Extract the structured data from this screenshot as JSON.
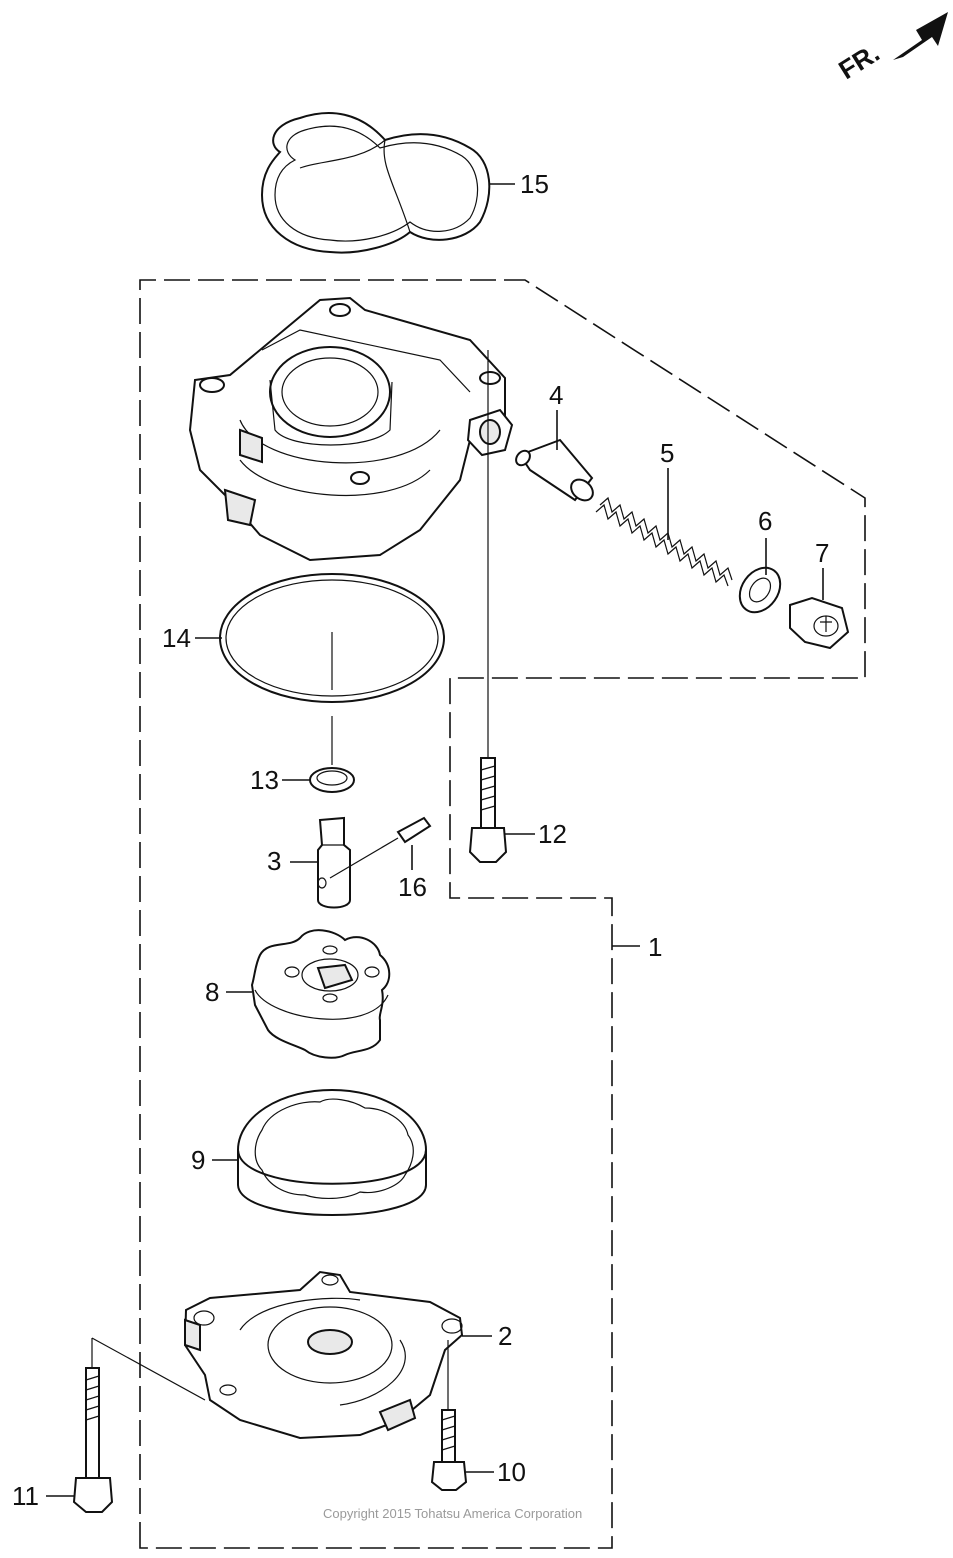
{
  "direction_marker": {
    "text": "FR.",
    "arrow": "arrow-up-right-icon"
  },
  "callouts": [
    {
      "id": "1",
      "text": "1"
    },
    {
      "id": "2",
      "text": "2"
    },
    {
      "id": "3",
      "text": "3"
    },
    {
      "id": "4",
      "text": "4"
    },
    {
      "id": "5",
      "text": "5"
    },
    {
      "id": "6",
      "text": "6"
    },
    {
      "id": "7",
      "text": "7"
    },
    {
      "id": "8",
      "text": "8"
    },
    {
      "id": "9",
      "text": "9"
    },
    {
      "id": "10",
      "text": "10"
    },
    {
      "id": "11",
      "text": "11"
    },
    {
      "id": "12",
      "text": "12"
    },
    {
      "id": "13",
      "text": "13"
    },
    {
      "id": "14",
      "text": "14"
    },
    {
      "id": "15",
      "text": "15"
    },
    {
      "id": "16",
      "text": "16"
    }
  ],
  "copyright": "Copyright 2015 Tohatsu America Corporation"
}
